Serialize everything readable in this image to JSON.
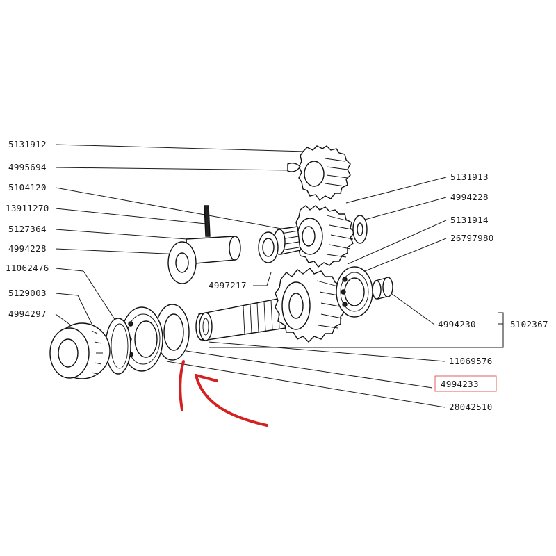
{
  "colors": {
    "ink": "#1a1a1a",
    "annotation": "#d42020",
    "highlight_box": "#e06060",
    "background": "#ffffff"
  },
  "labels": {
    "p5131912": "5131912",
    "p4995694": "4995694",
    "p5104120": "5104120",
    "p13911270": "13911270",
    "p5127364": "5127364",
    "p4994228_left": "4994228",
    "p11062476": "11062476",
    "p5129003": "5129003",
    "p4994297": "4994297",
    "p4997217": "4997217",
    "p5131913": "5131913",
    "p4994228_right": "4994228",
    "p5131914": "5131914",
    "p26797980": "26797980",
    "p4994230": "4994230",
    "p5102367": "5102367",
    "p11069576": "11069576",
    "p4994233": "4994233",
    "p28042510": "28042510"
  },
  "highlighted_part": "4994233",
  "annotation_arrow_icon": "red-hand-drawn-arrow-icon"
}
